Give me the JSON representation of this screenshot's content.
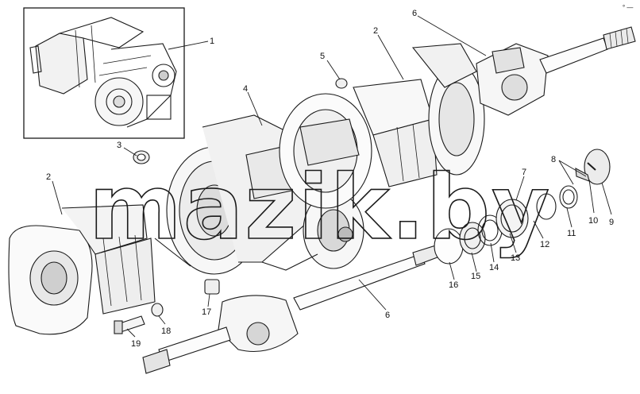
{
  "watermark": "mazik.by",
  "corner_mark": "° —",
  "callouts": [
    {
      "id": "c1",
      "text": "1"
    },
    {
      "id": "c2a",
      "text": "2"
    },
    {
      "id": "c2b",
      "text": "2"
    },
    {
      "id": "c3",
      "text": "3"
    },
    {
      "id": "c4",
      "text": "4"
    },
    {
      "id": "c5",
      "text": "5"
    },
    {
      "id": "c6a",
      "text": "6"
    },
    {
      "id": "c6b",
      "text": "6"
    },
    {
      "id": "c7",
      "text": "7"
    },
    {
      "id": "c8",
      "text": "8"
    },
    {
      "id": "c9",
      "text": "9"
    },
    {
      "id": "c10",
      "text": "10"
    },
    {
      "id": "c11",
      "text": "11"
    },
    {
      "id": "c12",
      "text": "12"
    },
    {
      "id": "c13",
      "text": "13"
    },
    {
      "id": "c14",
      "text": "14"
    },
    {
      "id": "c15",
      "text": "15"
    },
    {
      "id": "c16",
      "text": "16"
    },
    {
      "id": "c17",
      "text": "17"
    },
    {
      "id": "c18",
      "text": "18"
    },
    {
      "id": "c19",
      "text": "19"
    }
  ]
}
